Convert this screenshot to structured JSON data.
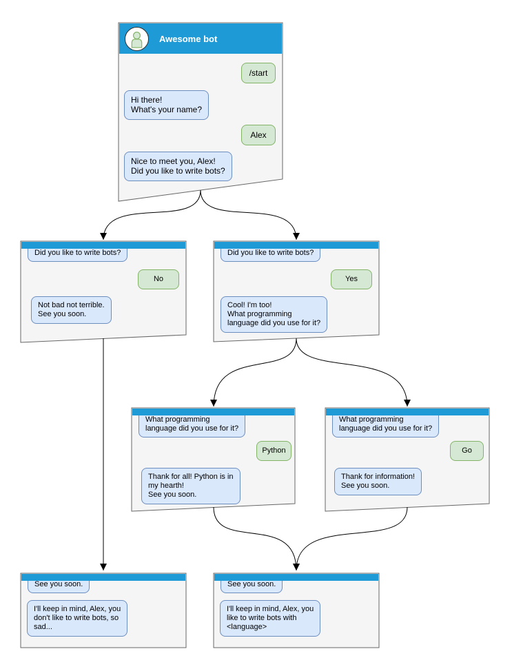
{
  "colors": {
    "header_blue": "#1e9bd7",
    "window_fill": "#f5f5f5",
    "window_border": "#666666",
    "bot_bubble_fill": "#dae8fc",
    "bot_bubble_border": "#6c8ebf",
    "user_bubble_fill": "#d5e8d4",
    "user_bubble_border": "#82b366",
    "connector": "#000000"
  },
  "windows": {
    "root": {
      "title": "Awesome bot",
      "avatar_icon": "person-icon",
      "messages": {
        "start_command": "/start",
        "greeting": "Hi there!\nWhat's your name?",
        "user_name": "Alex",
        "question": "Nice to meet you, Alex!\nDid you like to write bots?"
      }
    },
    "no_branch": {
      "messages": {
        "question": "Did you like to write bots?",
        "answer": "No",
        "reply": "Not bad not terrible.\nSee you soon."
      }
    },
    "yes_branch": {
      "messages": {
        "question": "Did you like to write bots?",
        "answer": "Yes",
        "reply": "Cool! I'm too!\nWhat programming\nlanguage did you use for it?"
      }
    },
    "python_branch": {
      "messages": {
        "question": "What programming\nlanguage did you use for it?",
        "answer": "Python",
        "reply": "Thank for all! Python is in\nmy hearth!\nSee you soon."
      }
    },
    "go_branch": {
      "messages": {
        "question": "What programming\nlanguage did you use for it?",
        "answer": "Go",
        "reply": "Thank for information!\nSee you soon."
      }
    },
    "farewell_no": {
      "messages": {
        "context": "See you soon.",
        "reply": "I'll keep in mind, Alex, you\ndon't like to write bots, so\nsad..."
      }
    },
    "farewell_yes": {
      "messages": {
        "context": "See you soon.",
        "reply": "I'll keep in mind, Alex, you\nlike to write bots with\n<language>"
      }
    }
  }
}
